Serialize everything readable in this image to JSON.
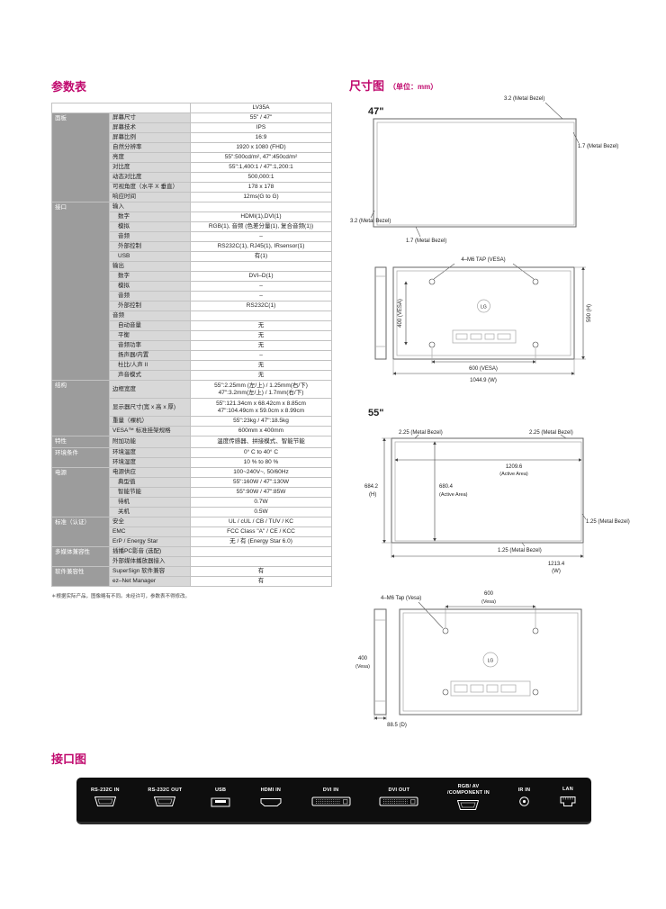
{
  "colors": {
    "accent": "#c00a6e",
    "bar_bg": "#0e0e0e",
    "table_category_bg": "#9c9c9c",
    "table_label_bg": "#d8d8d8"
  },
  "spec_table": {
    "title": "参数表",
    "model_header": "LV35A",
    "sections": [
      {
        "category": "面板",
        "rows": [
          {
            "label": "屏幕尺寸",
            "value": "55\" / 47\""
          },
          {
            "label": "屏幕技术",
            "value": "IPS"
          },
          {
            "label": "屏幕比例",
            "value": "16:9"
          },
          {
            "label": "自然分辨率",
            "value": "1920 x 1080 (FHD)"
          },
          {
            "label": "亮度",
            "value": "55\":500cd/m², 47\":450cd/m²"
          },
          {
            "label": "对比度",
            "value": "55\":1,400:1 / 47\":1,200:1"
          },
          {
            "label": "动态对比度",
            "value": "500,000:1"
          },
          {
            "label": "可视角度（水平 X 垂直）",
            "value": "178 x 178"
          },
          {
            "label": "响应时间",
            "value": "12ms(G to G)"
          }
        ]
      },
      {
        "category": "接口",
        "rows": [
          {
            "label": "输入",
            "group": true,
            "value": ""
          },
          {
            "label": "数字",
            "indent": true,
            "value": "HDMI(1),DVI(1)"
          },
          {
            "label": "模拟",
            "indent": true,
            "value": "RGB(1), 音频 (色差分量(1), 复合音频(1))"
          },
          {
            "label": "音频",
            "indent": true,
            "value": "–"
          },
          {
            "label": "外部控制",
            "indent": true,
            "value": "RS232C(1), RJ45(1), IRsensor(1)"
          },
          {
            "label": "USB",
            "indent": true,
            "value": "有(1)"
          },
          {
            "label": "输出",
            "group": true,
            "value": ""
          },
          {
            "label": "数字",
            "indent": true,
            "value": "DVI–D(1)"
          },
          {
            "label": "模拟",
            "indent": true,
            "value": "–"
          },
          {
            "label": "音频",
            "indent": true,
            "value": "–"
          },
          {
            "label": "外部控制",
            "indent": true,
            "value": "RS232C(1)"
          },
          {
            "label": "音频",
            "group": true,
            "value": ""
          },
          {
            "label": "自动音量",
            "indent": true,
            "value": "无"
          },
          {
            "label": "平衡",
            "indent": true,
            "value": "无"
          },
          {
            "label": "音频功率",
            "indent": true,
            "value": "无"
          },
          {
            "label": "扬声器/内置",
            "indent": true,
            "value": "–"
          },
          {
            "label": "杜比/人声 II",
            "indent": true,
            "value": "无"
          },
          {
            "label": "声音模式",
            "indent": true,
            "value": "无"
          }
        ]
      },
      {
        "category": "结构",
        "rows": [
          {
            "label": "边框宽度",
            "tall": true,
            "value": "55\":2.25mm (左/上) / 1.25mm(右/下)\n47\":3.2mm(左/上) / 1.7mm(右/下)"
          },
          {
            "label": "显示器尺寸(宽 x 高 x 厚)",
            "tall": true,
            "value": "55\":121.34cm x 68.42cm x 8.85cm\n47\":104.49cm x 59.0cm x 8.99cm"
          },
          {
            "label": "重量（裸机）",
            "value": "55\":23kg / 47\":18.5kg"
          },
          {
            "label": "VESA™ 标准挂架规格",
            "value": "600mm x 400mm"
          }
        ]
      },
      {
        "category": "特性",
        "rows": [
          {
            "label": "附加功能",
            "value": "温度传感器、拼接模式、智能节能"
          }
        ]
      },
      {
        "category": "环境条件",
        "rows": [
          {
            "label": "环境温度",
            "value": "0° C to 40° C"
          },
          {
            "label": "环境湿度",
            "value": "10 % to 80 %"
          }
        ]
      },
      {
        "category": "电源",
        "rows": [
          {
            "label": "电源供应",
            "value": "100~240V~,  50/60Hz"
          },
          {
            "label": "典型值",
            "indent": true,
            "value": "55\":160W / 47\":130W"
          },
          {
            "label": "智能节能",
            "indent": true,
            "value": "55\":90W / 47\":85W"
          },
          {
            "label": "待机",
            "indent": true,
            "value": "0.7W"
          },
          {
            "label": "关机",
            "indent": true,
            "value": "0.5W"
          }
        ]
      },
      {
        "category": "标准（认证）",
        "rows": [
          {
            "label": "安全",
            "value": "UL / cUL / CB / TUV / KC"
          },
          {
            "label": "EMC",
            "value": "FCC Class \"A\" / CE / KCC"
          },
          {
            "label": "ErP / Energy Star",
            "value": "无 / 有 (Energy Star 6.0)"
          }
        ]
      },
      {
        "category": "多媒体兼容性",
        "rows": [
          {
            "label": "插播PC影音 (选配)",
            "value": ""
          },
          {
            "label": "外部媒体播放器接入",
            "value": ""
          }
        ]
      },
      {
        "category": "软件兼容性",
        "rows": [
          {
            "label": "SuperSign 软件兼容",
            "value": "有"
          },
          {
            "label": "ez–Net  Manager",
            "value": "有"
          }
        ]
      }
    ],
    "footnote": "＊根据实际产品，图像略有不同。未经许可，参数表不得修改。"
  },
  "dims": {
    "title": "尺寸图",
    "unit": "（单位：mm）",
    "lg_logo": "LG",
    "d47": {
      "size": "47\"",
      "bezel_top": "3.2 (Metal Bezel)",
      "bezel_right": "1.7 (Metal Bezel)",
      "bezel_left": "3.2 (Metal Bezel)",
      "bezel_bottom": "1.7 (Metal Bezel)",
      "vesa_title": "4–M6 TAP (VESA)",
      "vesa_v": "400 (VESA)",
      "h": "590 (H)",
      "vesa_h": "600 (VESA)",
      "w": "1044.9 (W)"
    },
    "d55": {
      "size": "55\"",
      "bezel_tl": "2.25 (Metal Bezel)",
      "bezel_tr": "2.25 (Metal Bezel)",
      "bezel_right": "1.25 (Metal Bezel)",
      "bezel_bottom": "1.25 (Metal Bezel)",
      "active_w": "1209.6",
      "active_w_sub": "(Active Area)",
      "active_h": "680.4",
      "active_h_sub": "(Active Area)",
      "h": "684.2",
      "h_sub": "(H)",
      "w": "1213.4",
      "w_sub": "(W)",
      "vesa_title": "4–M6  Tap (Vesa)",
      "vesa_h": "600",
      "vesa_h_sub": "(Vesa)",
      "vesa_v": "400",
      "vesa_v_sub": "(Vesa)",
      "depth": "88.5 (D)"
    }
  },
  "ports": {
    "title": "接口图",
    "items": [
      {
        "label": "RS-232C IN",
        "type": "dsub"
      },
      {
        "label": "RS-232C OUT",
        "type": "dsub"
      },
      {
        "label": "USB",
        "type": "usb"
      },
      {
        "label": "HDMI IN",
        "type": "hdmi"
      },
      {
        "label": "DVI IN",
        "type": "dvi"
      },
      {
        "label": "DVI OUT",
        "type": "dvi"
      },
      {
        "label": "RGB/ AV\n/COMPONENT IN",
        "type": "dsub"
      },
      {
        "label": "IR IN",
        "type": "jack"
      },
      {
        "label": "LAN",
        "type": "rj45"
      }
    ]
  }
}
